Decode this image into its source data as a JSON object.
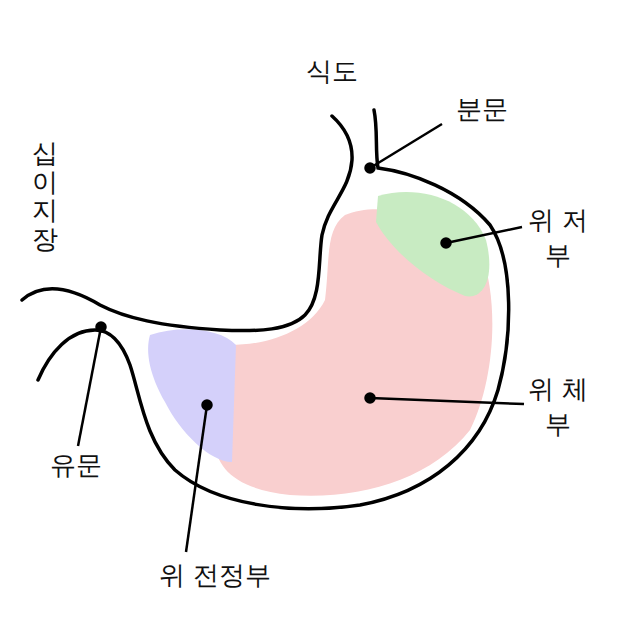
{
  "diagram": {
    "labels": [
      "식도",
      "분문",
      "위 저부",
      "위 체부",
      "위 전정부",
      "유문",
      "십이지장"
    ]
  }
}
